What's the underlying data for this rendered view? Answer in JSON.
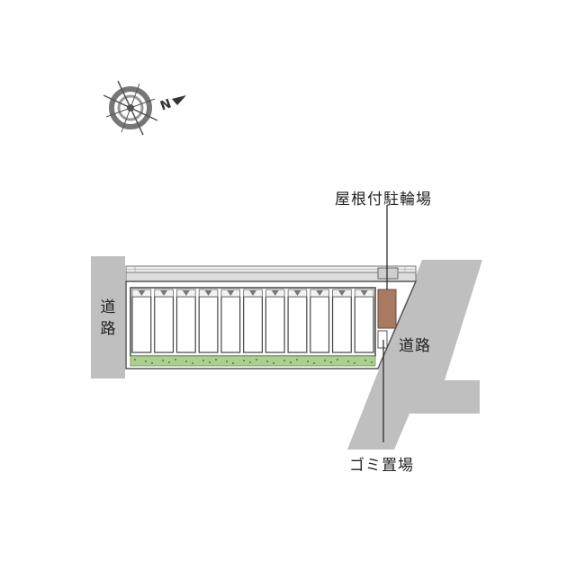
{
  "labels": {
    "road_left": "道路",
    "road_right": "道路",
    "covered_bicycle_parking": "屋根付駐輪場",
    "garbage_area": "ゴミ置場",
    "compass_letter": "N"
  },
  "colors": {
    "road": "#bfbfbf",
    "building_fill": "#ffffff",
    "outline": "#555555",
    "walkway": "#d4d4d4",
    "lawn": "#a9d08e",
    "bicycle_parking": "#a87a62",
    "leader_line": "#222222"
  },
  "icons": {
    "compass": "compass-rose-icon"
  },
  "building": {
    "unit_count": 11
  }
}
